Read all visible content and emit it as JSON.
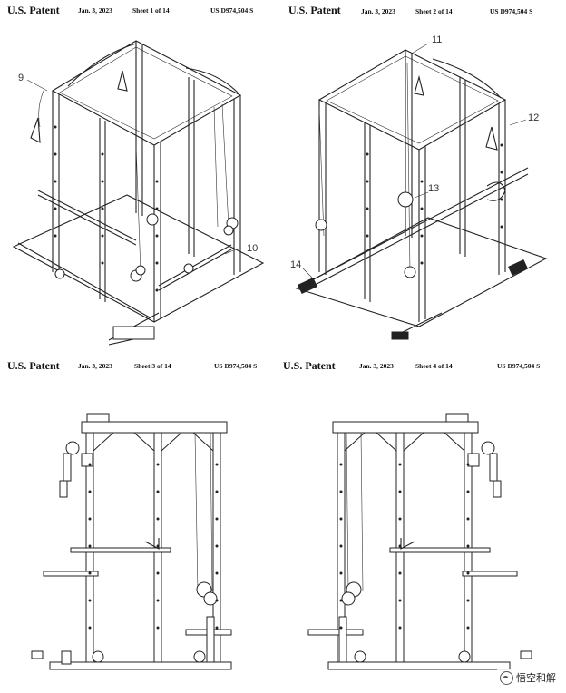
{
  "sheets": [
    {
      "label": "U.S. Patent",
      "date": "Jan. 3, 2023",
      "sheet": "Sheet 1 of 14",
      "number": "US D974,504 S",
      "refs": [
        "9",
        "10"
      ]
    },
    {
      "label": "U.S. Patent",
      "date": "Jan. 3, 2023",
      "sheet": "Sheet 2 of 14",
      "number": "US D974,504 S",
      "refs": [
        "11",
        "12",
        "13",
        "14"
      ]
    },
    {
      "label": "U.S. Patent",
      "date": "Jan. 3, 2023",
      "sheet": "Sheet 3 of 14",
      "number": "US D974,504 S",
      "refs": []
    },
    {
      "label": "U.S. Patent",
      "date": "Jan. 3, 2023",
      "sheet": "Sheet 4 of 14",
      "number": "US D974,504 S",
      "refs": []
    }
  ],
  "watermark": {
    "text": "悟空和解",
    "icon": "wechat-icon"
  },
  "colors": {
    "ink": "#222222",
    "paper": "#ffffff"
  }
}
